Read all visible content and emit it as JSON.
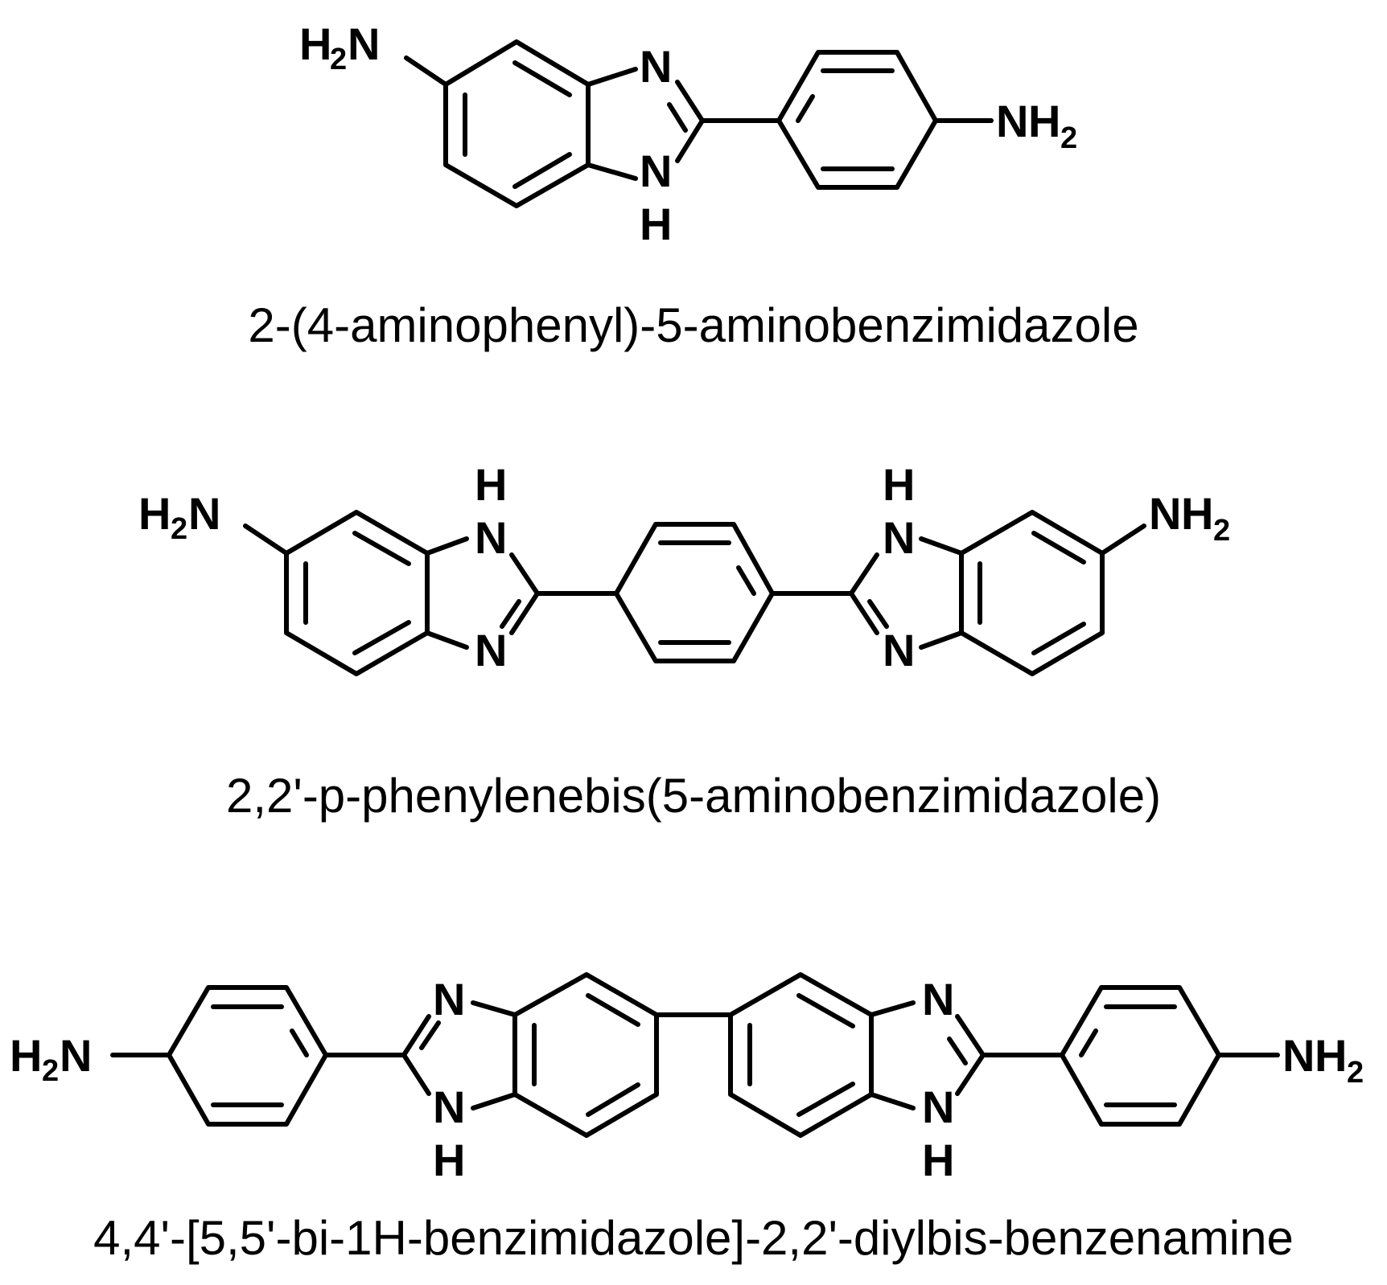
{
  "labels": {
    "amine": "N",
    "h_symbol": "H",
    "h2": "H",
    "sub2": "2"
  },
  "captions": {
    "mol1": "2-(4-aminophenyl)-5-aminobenzimidazole",
    "mol2": "2,2'-p-phenylenebis(5-aminobenzimidazole)",
    "mol3": "4,4'-[5,5'-bi-1H-benzimidazole]-2,2'-diylbis-benzenamine"
  }
}
